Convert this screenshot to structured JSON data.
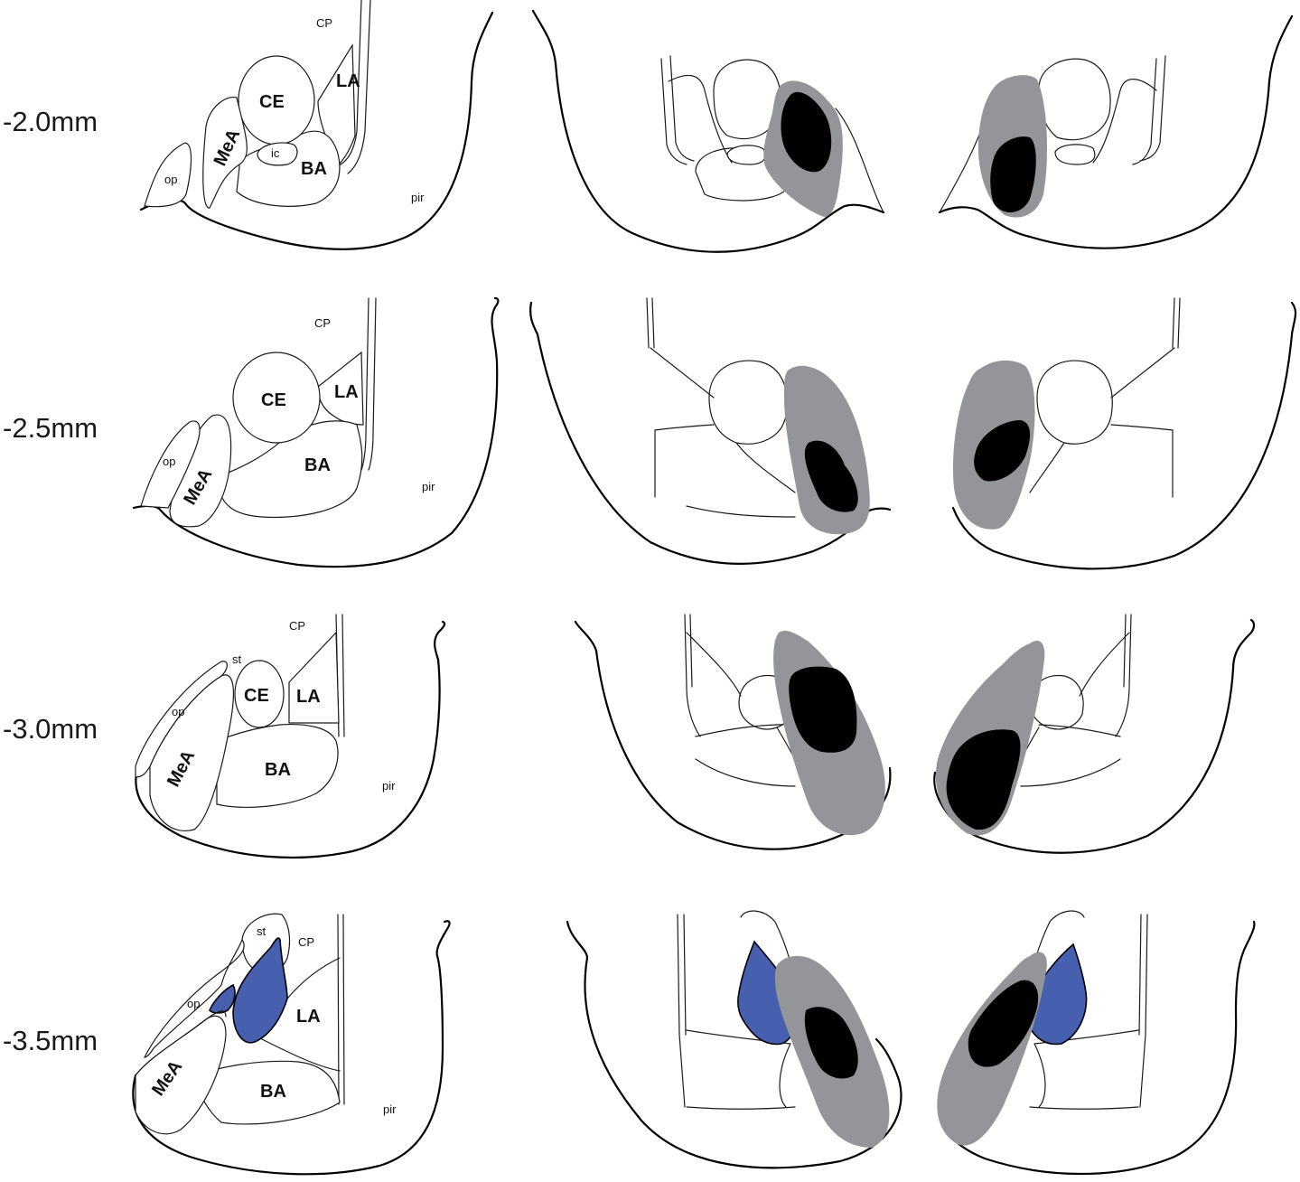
{
  "colors": {
    "outline": "#000000",
    "lesion_large": "#939598",
    "lesion_small": "#000000",
    "intercalated_region": "#465fae",
    "background": "#ffffff"
  },
  "sections": [
    {
      "depth_label": "-2.0mm",
      "labels": {
        "CP": "CP",
        "LA": "LA",
        "CE": "CE",
        "MeA": "MeA",
        "ic": "ic",
        "BA": "BA",
        "op": "op",
        "pir": "pir"
      }
    },
    {
      "depth_label": "-2.5mm",
      "labels": {
        "CP": "CP",
        "LA": "LA",
        "CE": "CE",
        "MeA": "MeA",
        "BA": "BA",
        "op": "op",
        "pir": "pir"
      }
    },
    {
      "depth_label": "-3.0mm",
      "labels": {
        "CP": "CP",
        "st": "st",
        "LA": "LA",
        "CE": "CE",
        "MeA": "MeA",
        "BA": "BA",
        "op": "op",
        "pir": "pir"
      }
    },
    {
      "depth_label": "-3.5mm",
      "labels": {
        "CP": "CP",
        "st": "st",
        "LA": "LA",
        "MeA": "MeA",
        "BA": "BA",
        "op": "op",
        "pir": "pir"
      }
    }
  ]
}
